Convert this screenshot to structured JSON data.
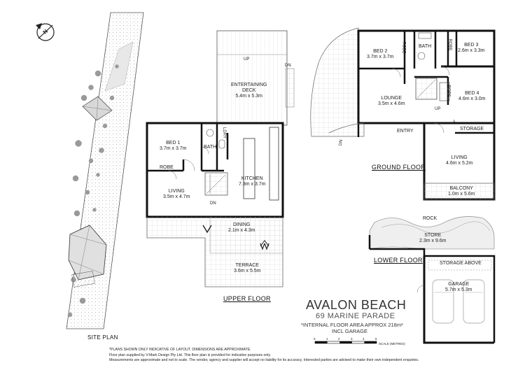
{
  "compass": {
    "label": "N"
  },
  "site_plan": {
    "label": "SITE PLAN"
  },
  "upper_floor": {
    "heading": "UPPER FLOOR",
    "rooms": {
      "deck": {
        "name": "ENTERTAINING",
        "name2": "DECK",
        "dim": "5.4m x 5.3m",
        "up": "UP",
        "dn": "DN"
      },
      "bed1": {
        "name": "BED 1",
        "dim": "3.7m x 3.7m"
      },
      "robe": {
        "name": "ROBE"
      },
      "bath": {
        "name": "BATH"
      },
      "ldry": {
        "name": "LDRY"
      },
      "living": {
        "name": "LIVING",
        "dim": "3.5m x 4.7m"
      },
      "kitchen": {
        "name": "KITCHEN",
        "dim": "7.3m x 3.7m"
      },
      "dn": {
        "name": "DN"
      },
      "dining": {
        "name": "DINING",
        "dim": "2.1m x 4.3m"
      },
      "terrace": {
        "name": "TERRACE",
        "dim": "3.6m x 5.5m"
      }
    }
  },
  "ground_floor": {
    "heading": "GROUND FLOOR",
    "rooms": {
      "bed2": {
        "name": "BED 2",
        "dim": "3.7m x 3.7m"
      },
      "robe1": {
        "name": "ROBE"
      },
      "bath": {
        "name": "BATH"
      },
      "robe2": {
        "name": "ROBE"
      },
      "bed3": {
        "name": "BED 3",
        "dim": "2.6m x 3.3m"
      },
      "lounge": {
        "name": "LOUNGE",
        "dim": "3.5m x 4.6m"
      },
      "robe3": {
        "name": "ROBE"
      },
      "bed4": {
        "name": "BED 4",
        "dim": "4.6m x 3.0m"
      },
      "up": {
        "name": "UP"
      },
      "entry": {
        "name": "ENTRY"
      },
      "dn": {
        "name": "DN"
      },
      "storage": {
        "name": "STORAGE"
      },
      "living": {
        "name": "LIVING",
        "dim": "4.6m x 5.2m"
      },
      "balcony": {
        "name": "BALCONY",
        "dim": "1.0m x 5.6m"
      }
    }
  },
  "lower_floor": {
    "heading": "LOWER FLOOR",
    "rooms": {
      "rock": {
        "name": "ROCK"
      },
      "store": {
        "name": "STORE",
        "dim": "2.3m x 9.6m"
      },
      "storage_above": {
        "name": "STORAGE ABOVE"
      },
      "garage": {
        "name": "GARAGE",
        "dim": "5.7m x 5.3m"
      }
    }
  },
  "title_block": {
    "suburb": "AVALON BEACH",
    "address": "69 MARINE PARADE",
    "area_line1": "*INTERNAL FLOOR AREA APPROX 218m²",
    "area_line2": "INCL GARAGE"
  },
  "scale_bar": {
    "ticks": [
      "0",
      "1",
      "2",
      "3",
      "4",
      "5"
    ],
    "label": "SCALE (METRES)"
  },
  "footer": {
    "line1": "*PLANS SHOWN ONLY INDICATIVE OF LAYOUT. DIMENSIONS ARE APPROXIMATE.",
    "line2": "Floor plan supplied by V-Mark Design Pty Ltd. This floor plan is provided for indicative purposes only.",
    "line3": "Measurements are approximate and not to scale. The vendor, agency and supplier will accept no liability for its accuracy. Interested parties are advised to make their own independent enquiries."
  }
}
